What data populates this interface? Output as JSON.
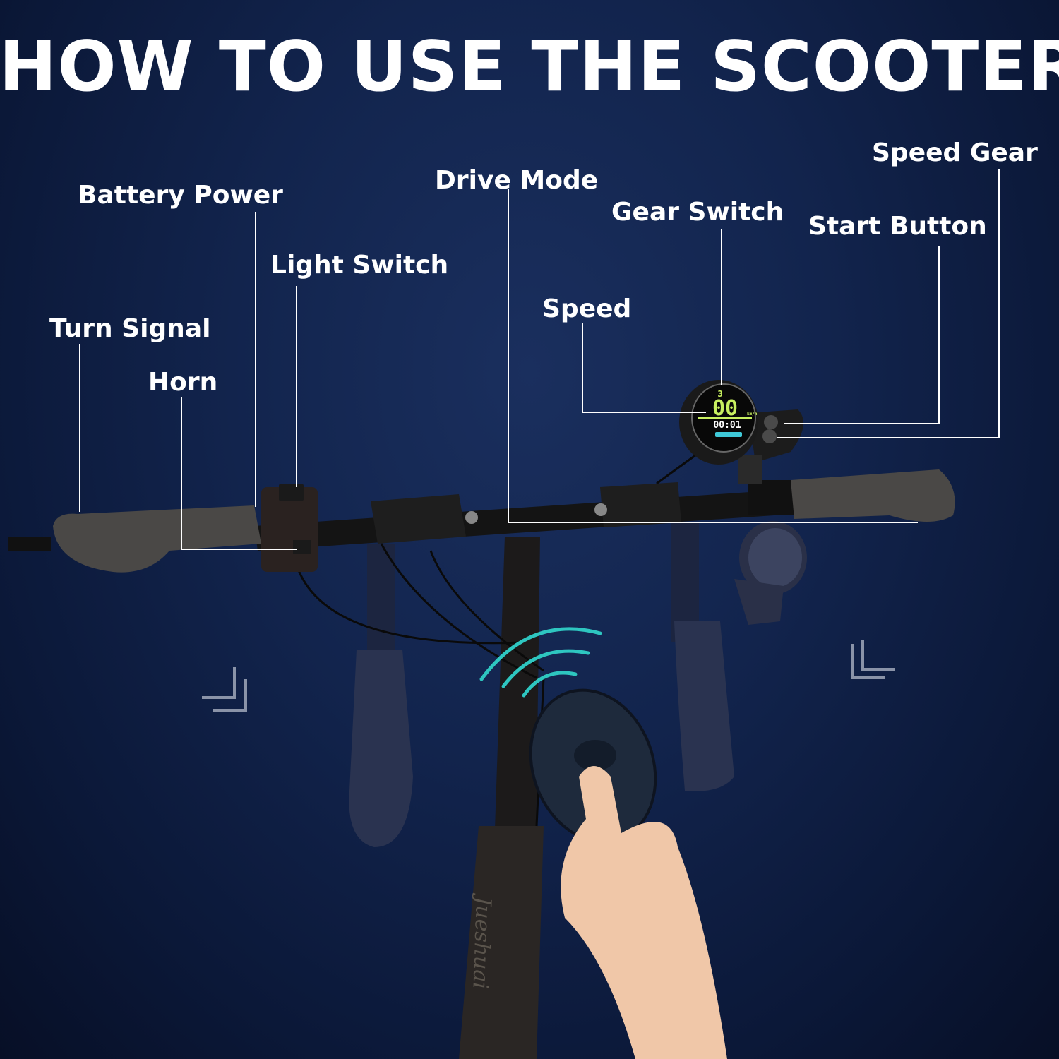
{
  "title": "HOW TO USE THE SCOOTER",
  "labels": {
    "battery_power": "Battery Power",
    "drive_mode": "Drive Mode",
    "speed_gear": "Speed Gear",
    "gear_switch": "Gear Switch",
    "start_button": "Start Button",
    "light_switch": "Light Switch",
    "speed": "Speed",
    "turn_signal": "Turn Signal",
    "horn": "Horn"
  },
  "display": {
    "gear": "3",
    "speed": "00",
    "unit": "km/h",
    "time": "00:01"
  },
  "brand": "Jueshuai",
  "colors": {
    "background": "#12244d",
    "lcd_green": "#c8f060",
    "lcd_battery": "#3fc9d8",
    "signal_waves": "#2ec6c0"
  }
}
